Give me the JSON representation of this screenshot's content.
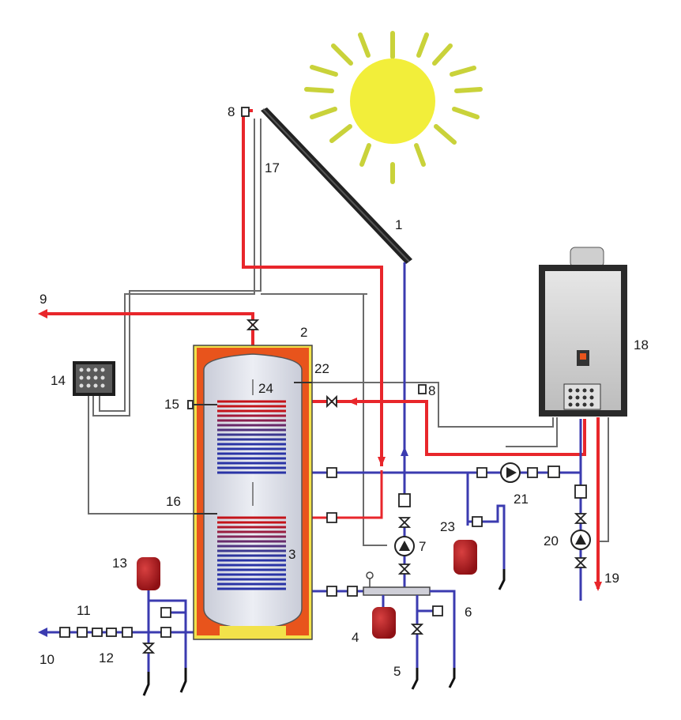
{
  "labels": {
    "n1": "1",
    "n2": "2",
    "n3": "3",
    "n4": "4",
    "n5": "5",
    "n6": "6",
    "n7": "7",
    "n8a": "8",
    "n8b": "8",
    "n9": "9",
    "n10": "10",
    "n11": "11",
    "n12": "12",
    "n13": "13",
    "n14": "14",
    "n15": "15",
    "n16": "16",
    "n17": "17",
    "n18": "18",
    "n19": "19",
    "n20": "20",
    "n21": "21",
    "n22": "22",
    "n23": "23",
    "n24": "24"
  },
  "colors": {
    "hot": "#e8262b",
    "cold": "#3b3bb0",
    "wire": "#6b6b6b",
    "tank_shell": "#e8541c",
    "tank_inner": "#dde0ea",
    "insulation": "#f2e24a",
    "vessel": "#b0161c",
    "sun": "#f2ee3a",
    "sun_rays": "#c9d23a"
  },
  "icons": [
    "sun-icon",
    "solar-collector",
    "storage-tank",
    "boiler",
    "controller",
    "pump-icon",
    "valve-icon",
    "expansion-vessel"
  ]
}
